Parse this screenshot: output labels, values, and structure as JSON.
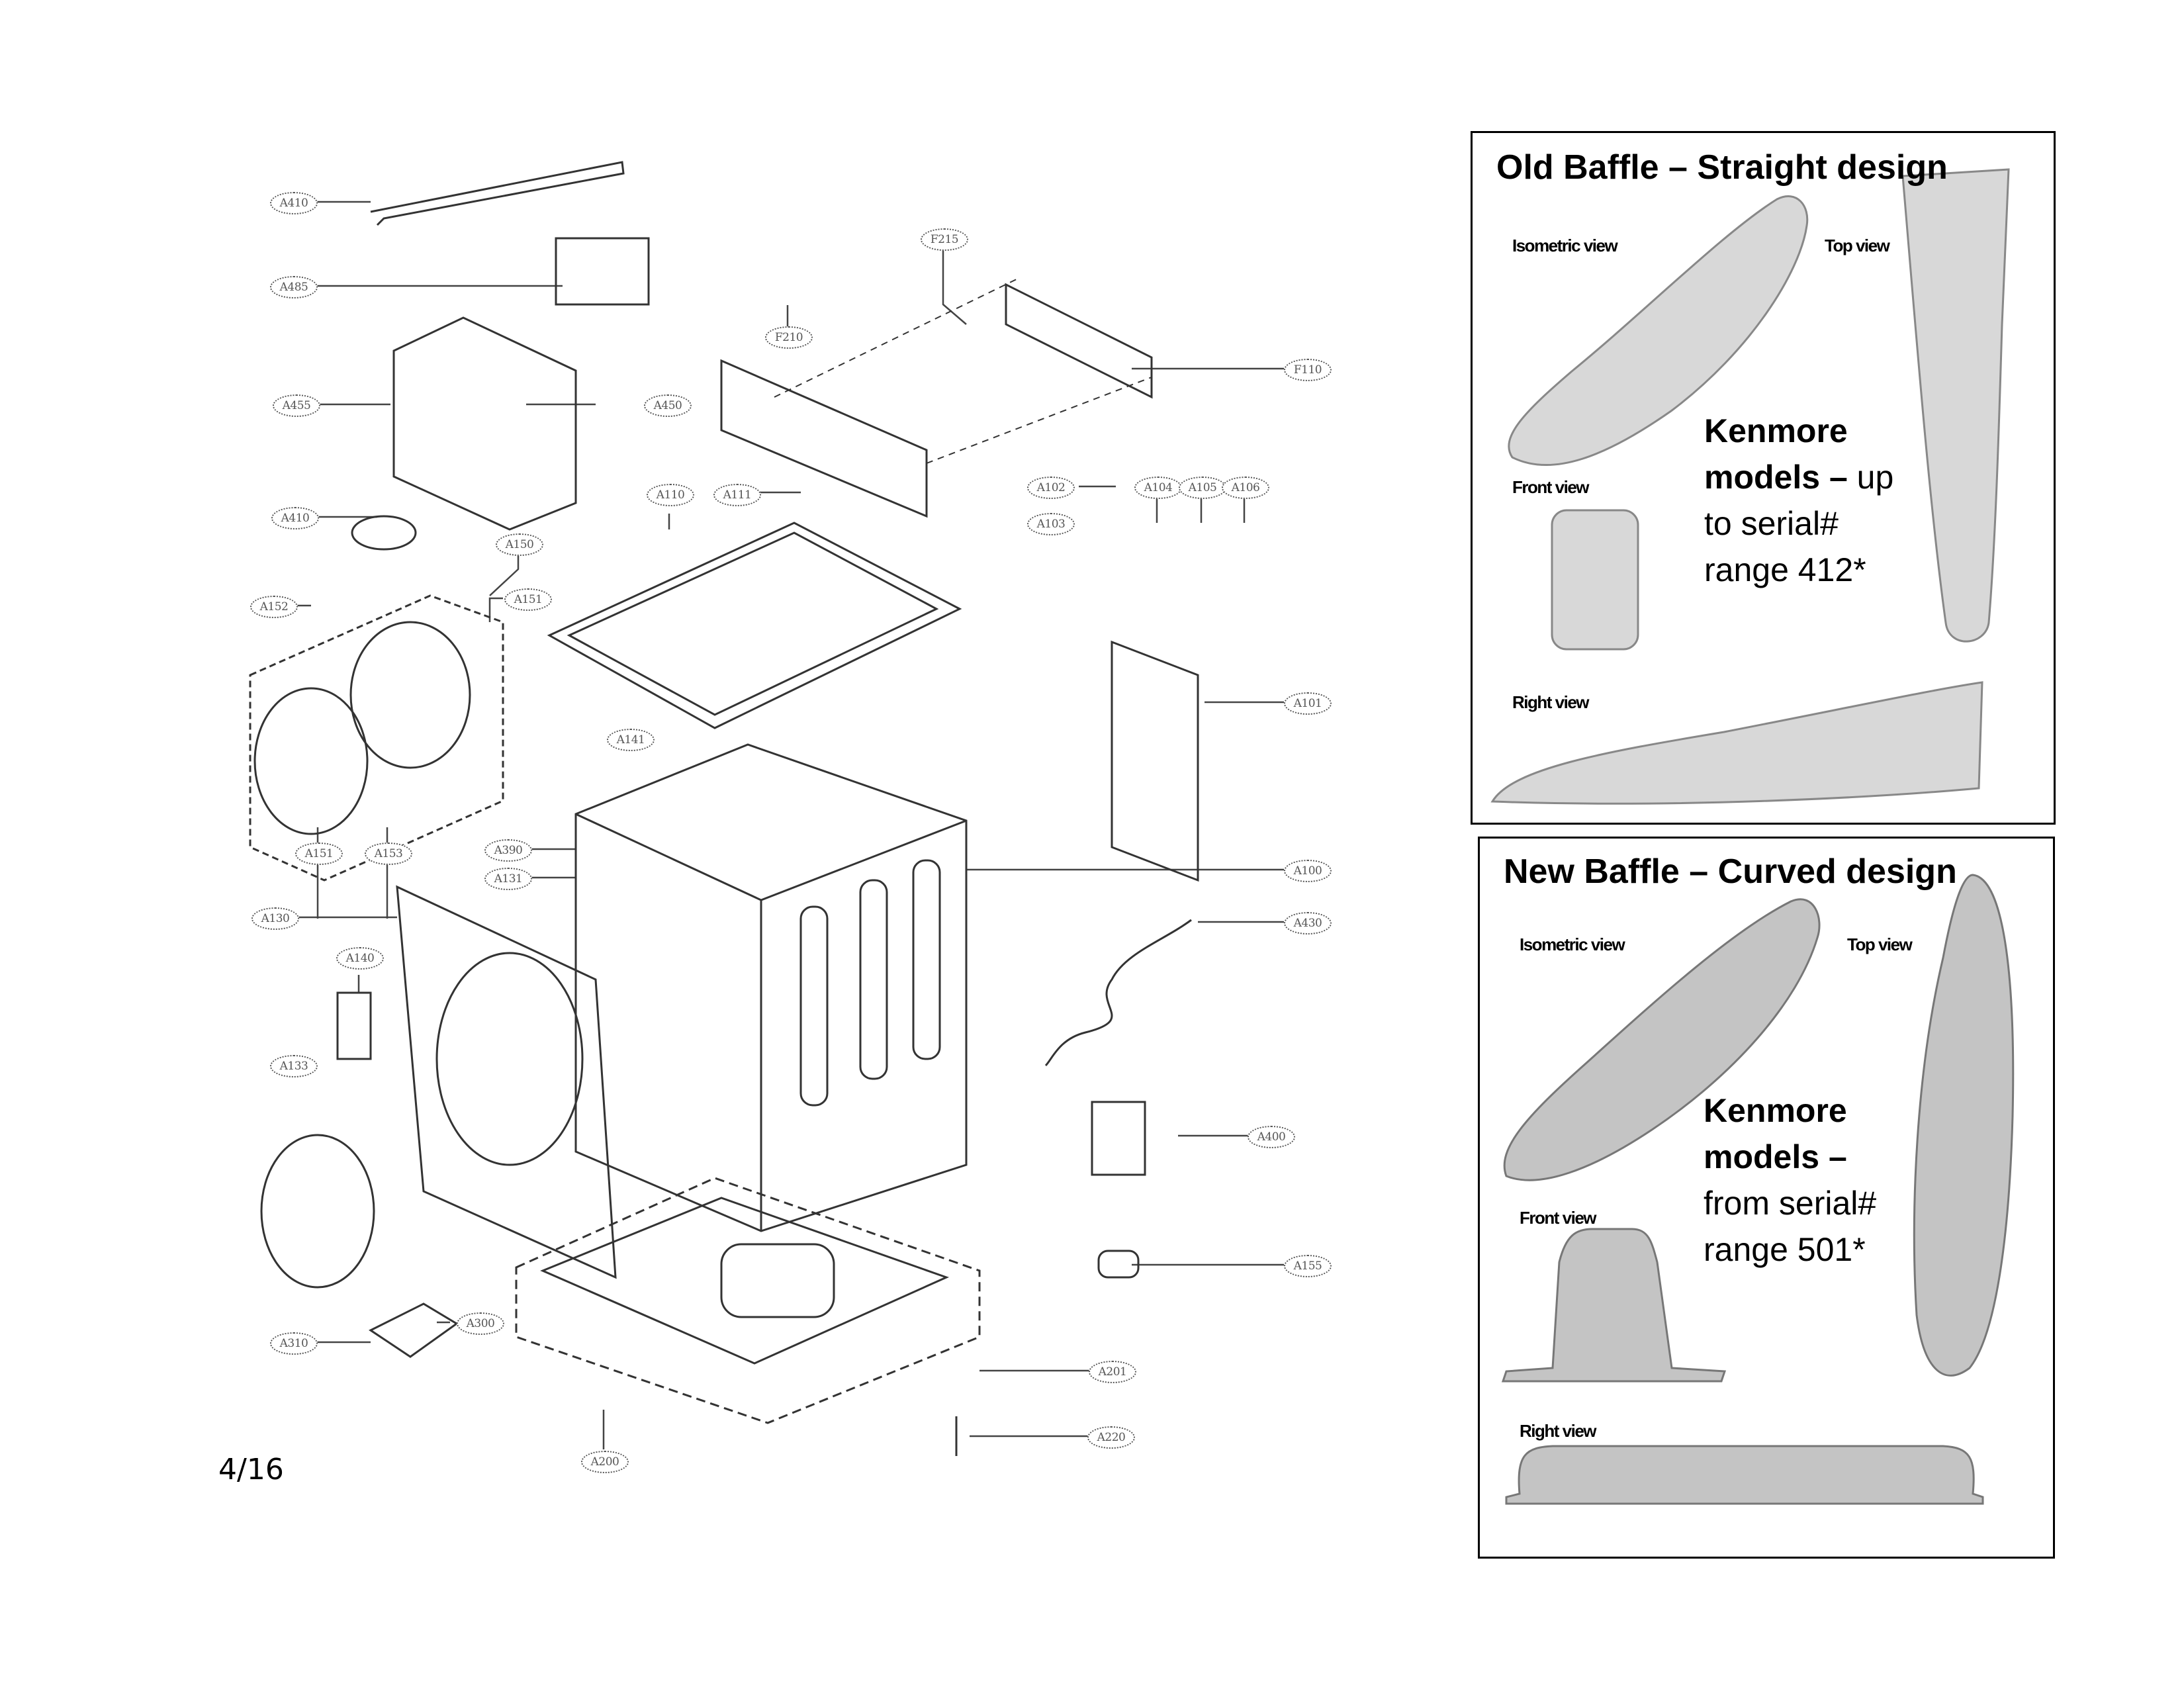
{
  "page": {
    "page_number": "4/16"
  },
  "diagram": {
    "callouts": [
      {
        "id": "c-a410-top",
        "label": "A410"
      },
      {
        "id": "c-a485",
        "label": "A485"
      },
      {
        "id": "c-a455",
        "label": "A455"
      },
      {
        "id": "c-a450",
        "label": "A450"
      },
      {
        "id": "c-a410",
        "label": "A410"
      },
      {
        "id": "c-a150",
        "label": "A150"
      },
      {
        "id": "c-a152",
        "label": "A152"
      },
      {
        "id": "c-a151",
        "label": "A151"
      },
      {
        "id": "c-a151b",
        "label": "A151"
      },
      {
        "id": "c-a153",
        "label": "A153"
      },
      {
        "id": "c-f215",
        "label": "F215"
      },
      {
        "id": "c-f210",
        "label": "F210"
      },
      {
        "id": "c-f110",
        "label": "F110"
      },
      {
        "id": "c-a110",
        "label": "A110"
      },
      {
        "id": "c-a111",
        "label": "A111"
      },
      {
        "id": "c-a102",
        "label": "A102"
      },
      {
        "id": "c-a103",
        "label": "A103"
      },
      {
        "id": "c-a104",
        "label": "A104"
      },
      {
        "id": "c-a105",
        "label": "A105"
      },
      {
        "id": "c-a106",
        "label": "A106"
      },
      {
        "id": "c-a141",
        "label": "A141"
      },
      {
        "id": "c-a101",
        "label": "A101"
      },
      {
        "id": "c-a390",
        "label": "A390"
      },
      {
        "id": "c-a131",
        "label": "A131"
      },
      {
        "id": "c-a100",
        "label": "A100"
      },
      {
        "id": "c-a130",
        "label": "A130"
      },
      {
        "id": "c-a430",
        "label": "A430"
      },
      {
        "id": "c-a140",
        "label": "A140"
      },
      {
        "id": "c-a133",
        "label": "A133"
      },
      {
        "id": "c-a400",
        "label": "A400"
      },
      {
        "id": "c-a155",
        "label": "A155"
      },
      {
        "id": "c-a310",
        "label": "A310"
      },
      {
        "id": "c-a300",
        "label": "A300"
      },
      {
        "id": "c-a201",
        "label": "A201"
      },
      {
        "id": "c-a220",
        "label": "A220"
      },
      {
        "id": "c-a200",
        "label": "A200"
      }
    ]
  },
  "old_baffle": {
    "title": "Old Baffle – Straight design",
    "views": {
      "isometric": "Isometric view",
      "top": "Top view",
      "front": "Front view",
      "right": "Right view"
    },
    "note": {
      "line1": "Kenmore",
      "line2_bold": "models –",
      "line2_rest": " up",
      "line3": "to serial#",
      "line4": "range 412*"
    }
  },
  "new_baffle": {
    "title": "New Baffle – Curved design",
    "views": {
      "isometric": "Isometric view",
      "top": "Top view",
      "front": "Front view",
      "right": "Right view"
    },
    "note": {
      "line1": "Kenmore",
      "line2_bold": "models –",
      "line3": "from serial#",
      "line4": "range 501*"
    }
  }
}
